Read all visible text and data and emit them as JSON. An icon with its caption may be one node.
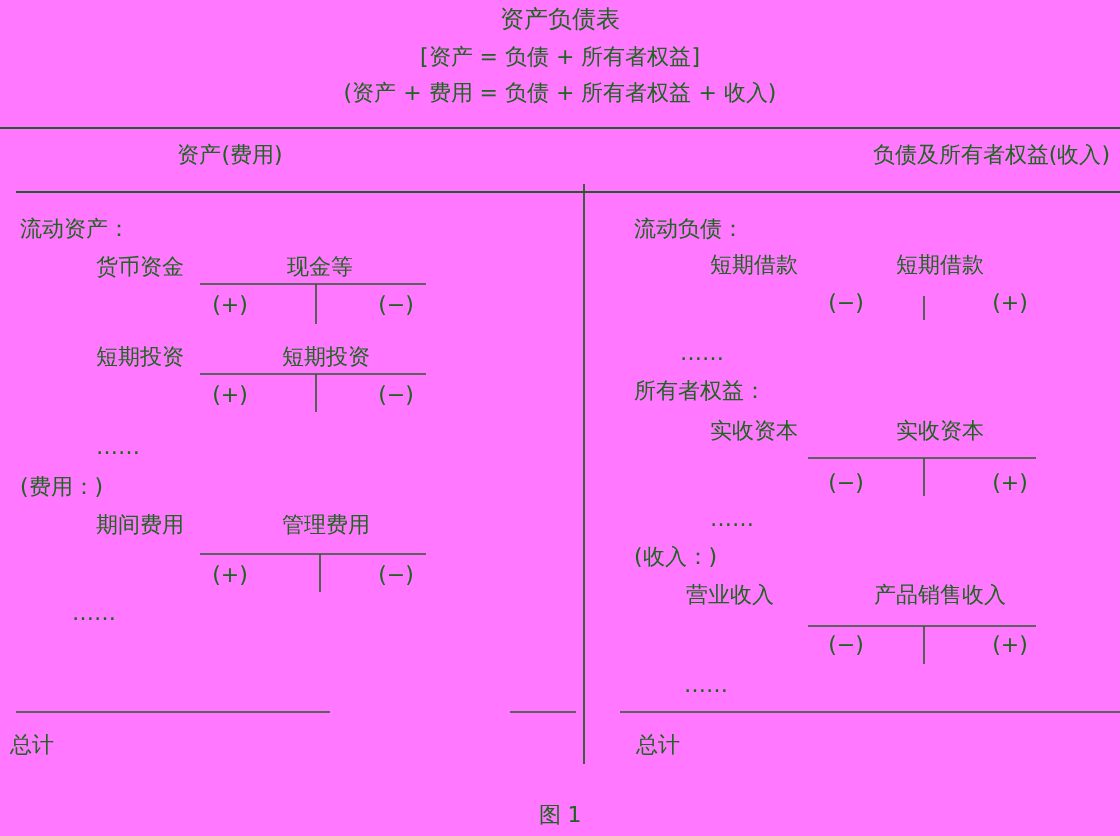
{
  "diagram": {
    "title": "资产负债表",
    "caption": "图 1",
    "labels": [
      "[资产 = 负债 + 所有者权益]",
      "(资产 + 费用 = 负债 + 所有者权益 + 收入)",
      "资产(费用)",
      "负债及所有者权益(收入)",
      "流动资产：",
      "货币资金",
      "现金等",
      "(+)",
      "(−)",
      "短期投资",
      "短期投资",
      "(+)",
      "(−)",
      "……",
      "(费用：)",
      "期间费用",
      "管理费用",
      "(+)",
      "(−)",
      "……",
      "总计",
      "流动负债：",
      "短期借款",
      "短期借款",
      "(−)",
      "(+)",
      "……",
      "所有者权益：",
      "实收资本",
      "实收资本",
      "(−)",
      "(+)",
      "……",
      "(收入：)",
      "营业收入",
      "产品销售收入",
      "(−)",
      "(+)",
      "……",
      "总计"
    ]
  }
}
